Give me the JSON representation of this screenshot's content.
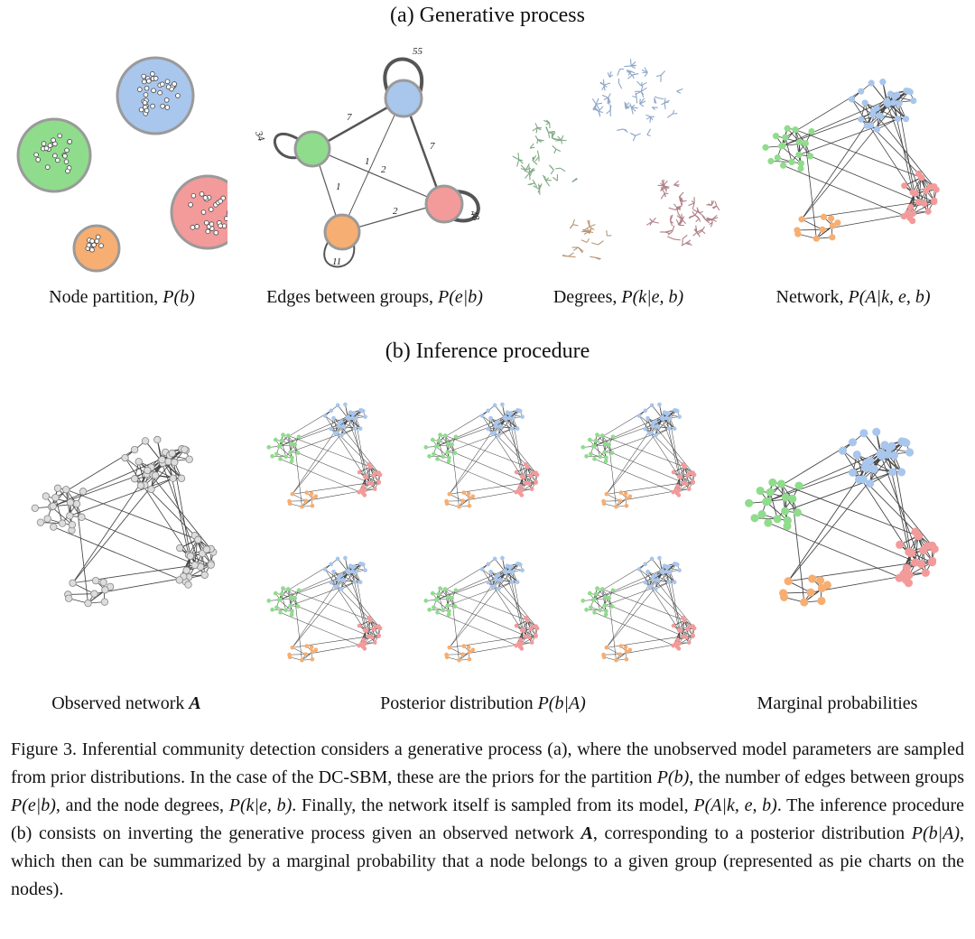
{
  "part_a_heading": "(a) Generative process",
  "part_b_heading": "(b) Inference procedure",
  "edge_weights": [
    "55",
    "34",
    "7",
    "7",
    "1",
    "2",
    "1",
    "2",
    "48",
    "11"
  ],
  "colors": {
    "blue": "#a9c6ec",
    "green": "#8fdc8c",
    "red": "#f39a9a",
    "orange": "#f7ae72",
    "grey": "#dddddd",
    "outline": "#9a9a9a",
    "edge": "#444444"
  },
  "labels": {
    "node_partition": {
      "text": "Node partition, ",
      "expr": "P(b)"
    },
    "edges_between": {
      "text": "Edges between groups, ",
      "expr": "P(e|b)"
    },
    "degrees": {
      "text": "Degrees, ",
      "expr": "P(k|e, b)"
    },
    "network": {
      "text": "Network, ",
      "expr": "P(A|k, e, b)"
    },
    "observed": {
      "text": "Observed network ",
      "expr": "A"
    },
    "posterior": {
      "text": "Posterior distribution ",
      "expr": "P(b|A)"
    },
    "marginal": {
      "text": "Marginal probabilities"
    }
  },
  "caption": {
    "figure": "Figure 3.",
    "s1": "Inferential community detection considers a generative process (a), where the unobserved model parameters are sampled from prior distributions. In the case of the DC-SBM, these are the priors for the partition",
    "e1": "P(b)",
    "s2": ", the number of edges between groups",
    "e2": "P(e|b)",
    "s3": ", and the node degrees,",
    "e3": "P(k|e, b)",
    "s4": ". Finally, the network itself is sampled from its model,",
    "e4": "P(A|k, e, b)",
    "s5": ". The inference procedure (b) consists on inverting the generative process given an observed network",
    "e5": "A",
    "s6": ", corresponding to a posterior distribution",
    "e6": "P(b|A)",
    "s7": ", which then can be summarized by a marginal probability that a node belongs to a given group (represented as pie charts on the nodes)."
  }
}
